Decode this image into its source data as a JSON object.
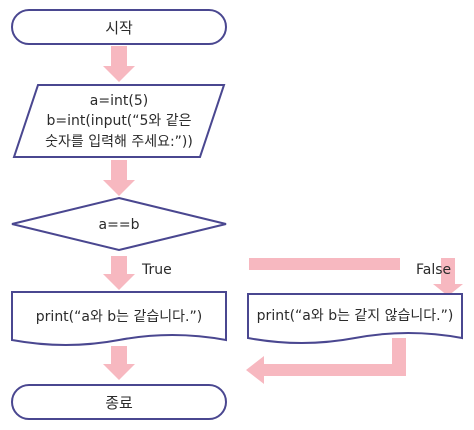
{
  "start": {
    "label": "시작"
  },
  "input": {
    "lines": [
      "a=int(5)",
      "b=int(input(“5와 같은",
      "숫자를 입력해 주세요:”))"
    ]
  },
  "decision": {
    "label": "a==b"
  },
  "branch": {
    "true_label": "True",
    "false_label": "False"
  },
  "output_true": {
    "label": "print(“a와 b는 같습니다.”)"
  },
  "output_false": {
    "label": "print(“a와 b는 같지 않습니다.”)"
  },
  "end": {
    "label": "종료"
  },
  "colors": {
    "outline": "#4a4790",
    "arrow": "#f7b8c0",
    "text": "#2b2b2b"
  }
}
